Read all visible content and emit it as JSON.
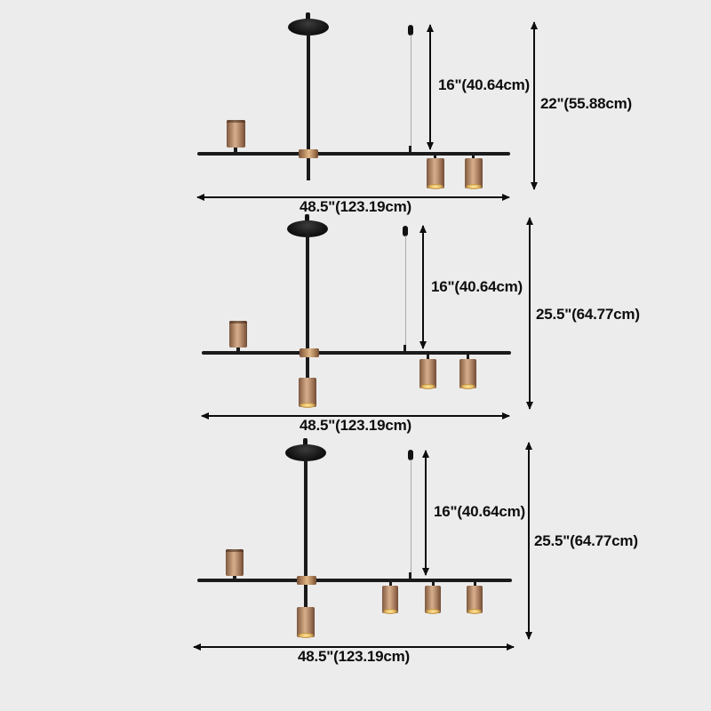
{
  "image_type": "product-dimension-diagram",
  "product": "linear-rod-chandelier",
  "colors": {
    "background": "#ececec",
    "metal_black": "#1b1b1b",
    "copper_light": "#d6ae8c",
    "copper_dark": "#7a5640",
    "lamp_glow": "#edc36a",
    "suspension_wire": "#aaaaaa",
    "dimension_ink": "#0d0d0d"
  },
  "diagrams": [
    {
      "variant": "3-light",
      "drop_label": "16\"(40.64cm)",
      "height_label": "22\"(55.88cm)",
      "width_label": "48.5\"(123.19cm)"
    },
    {
      "variant": "4-light",
      "drop_label": "16\"(40.64cm)",
      "height_label": "25.5\"(64.77cm)",
      "width_label": "48.5\"(123.19cm)"
    },
    {
      "variant": "5-light",
      "drop_label": "16\"(40.64cm)",
      "height_label": "25.5\"(64.77cm)",
      "width_label": "48.5\"(123.19cm)"
    }
  ]
}
